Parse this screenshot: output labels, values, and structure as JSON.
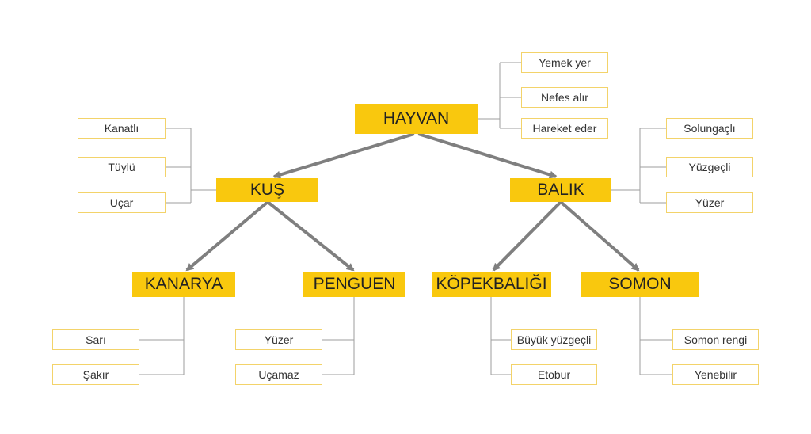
{
  "colors": {
    "node_fill": "#f9c80e",
    "prop_border": "#f3d36a",
    "arrow": "#7f7f7f",
    "connector": "#9e9e9e"
  },
  "nodes": {
    "hayvan": "HAYVAN",
    "kus": "KUŞ",
    "balik": "BALIK",
    "kanarya": "KANARYA",
    "penguen": "PENGUEN",
    "kopekbaligi": "KÖPEKBALIĞI",
    "somon": "SOMON"
  },
  "properties": {
    "hayvan": [
      "Yemek yer",
      "Nefes alır",
      "Hareket eder"
    ],
    "kus": [
      "Kanatlı",
      "Tüylü",
      "Uçar"
    ],
    "balik": [
      "Solungaçlı",
      "Yüzgeçli",
      "Yüzer"
    ],
    "kanarya": [
      "Sarı",
      "Şakır"
    ],
    "penguen": [
      "Yüzer",
      "Uçamaz"
    ],
    "kopekbaligi": [
      "Büyük yüzgeçli",
      "Etobur"
    ],
    "somon": [
      "Somon rengi",
      "Yenebilir"
    ]
  }
}
